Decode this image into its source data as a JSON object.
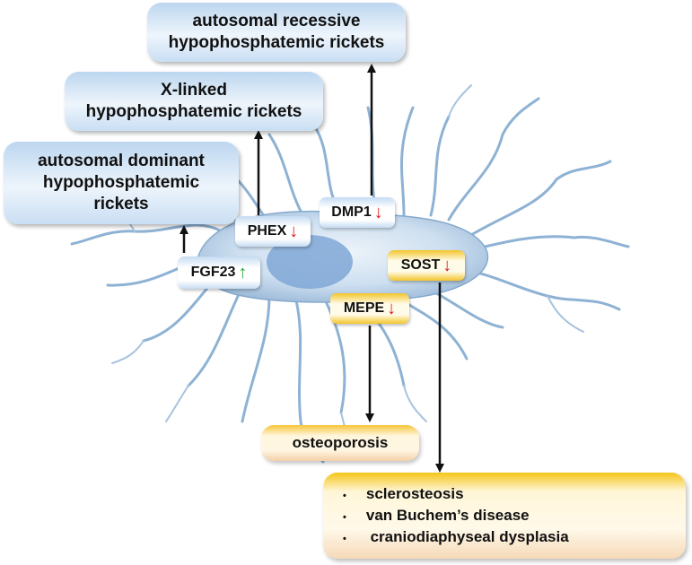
{
  "diseases": {
    "ar": "autosomal recessive\nhypophosphatemic rickets",
    "xl": "X-linked\nhypophosphatemic rickets",
    "ad": "autosomal dominant\nhypophosphatemic\nrickets"
  },
  "genes": {
    "phex": {
      "label": "PHEX",
      "arrow": "↓",
      "direction": "down"
    },
    "dmp1": {
      "label": "DMP1",
      "arrow": "↓",
      "direction": "down"
    },
    "fgf23": {
      "label": "FGF23",
      "arrow": "↑",
      "direction": "up"
    },
    "sost": {
      "label": "SOST",
      "arrow": "↓",
      "direction": "down"
    },
    "mepe": {
      "label": "MEPE",
      "arrow": "↓",
      "direction": "down"
    }
  },
  "outcomes": {
    "osteoporosis": "osteoporosis",
    "list": [
      {
        "bullet": "•",
        "text": "sclerosteosis"
      },
      {
        "bullet": "•",
        "text": "van Buchem’s disease"
      },
      {
        "bullet": "•",
        "text": " craniodiaphyseal dysplasia"
      }
    ]
  },
  "colors": {
    "down_arrow": "#e01b1b",
    "up_arrow": "#22a833",
    "cell_body": "#bfd4e6",
    "nucleus": "#7fa7d6",
    "connector": "#111111"
  },
  "icons": {
    "cell": "osteocyte-illustration",
    "down": "red-down-arrow",
    "up": "green-up-arrow"
  }
}
